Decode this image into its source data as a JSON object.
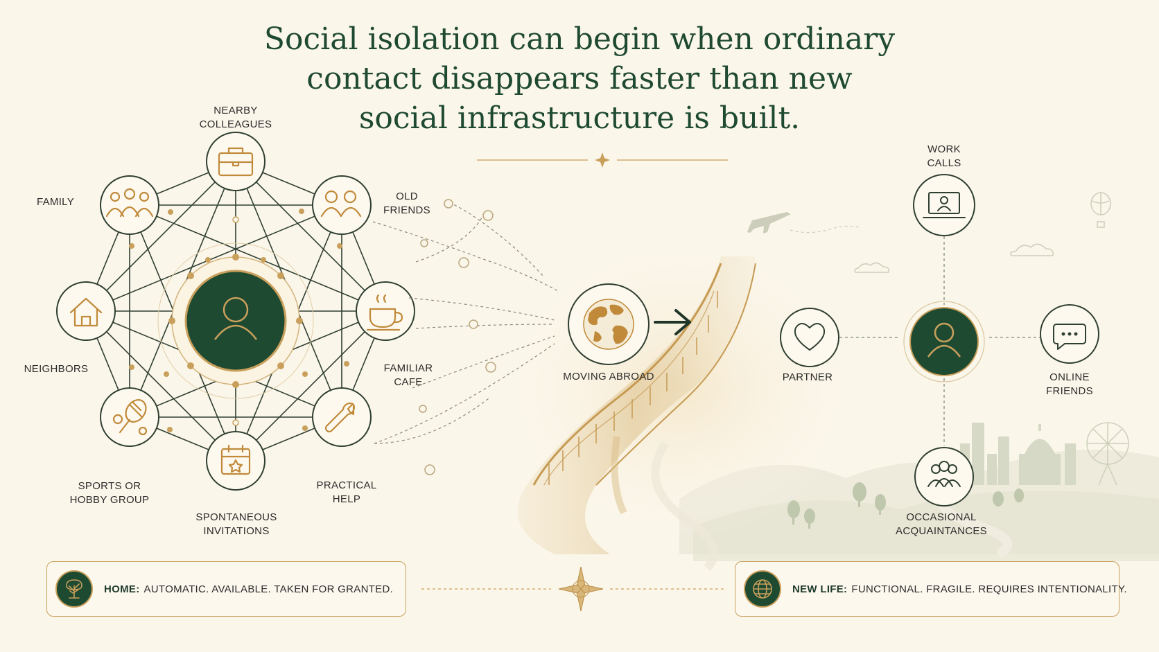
{
  "title": {
    "line1": "Social isolation can begin when ordinary",
    "line2": "contact disappears faster than new",
    "line3": "social infrastructure is built."
  },
  "home_network": {
    "nodes": {
      "colleagues": {
        "line1": "NEARBY",
        "line2": "COLLEAGUES",
        "icon": "briefcase-icon"
      },
      "old_friends": {
        "line1": "OLD",
        "line2": "FRIENDS",
        "icon": "people-icon"
      },
      "family": {
        "line1": "FAMILY",
        "icon": "family-icon"
      },
      "neighbors": {
        "line1": "NEIGHBORS",
        "icon": "house-icon"
      },
      "cafe": {
        "line1": "FAMILIAR",
        "line2": "CAFE",
        "icon": "coffee-cup-icon"
      },
      "sports": {
        "line1": "SPORTS OR",
        "line2": "HOBBY GROUP",
        "icon": "tennis-icon"
      },
      "invitations": {
        "line1": "SPONTANEOUS",
        "line2": "INVITATIONS",
        "icon": "calendar-star-icon"
      },
      "practical": {
        "line1": "PRACTICAL",
        "line2": "HELP",
        "icon": "wrench-icon"
      }
    }
  },
  "transition": {
    "label": "MOVING ABROAD",
    "icon": "globe-icon"
  },
  "new_network": {
    "nodes": {
      "work_calls": {
        "line1": "WORK",
        "line2": "CALLS",
        "icon": "laptop-user-icon"
      },
      "partner": {
        "line1": "PARTNER",
        "icon": "heart-icon"
      },
      "online_friends": {
        "line1": "ONLINE",
        "line2": "FRIENDS",
        "icon": "chat-bubble-icon"
      },
      "acquaintances": {
        "line1": "OCCASIONAL",
        "line2": "ACQUAINTANCES",
        "icon": "group-icon"
      }
    }
  },
  "legend": {
    "home": {
      "key": "HOME:",
      "text": "AUTOMATIC. AVAILABLE. TAKEN FOR GRANTED.",
      "icon": "tree-icon"
    },
    "new_life": {
      "key": "NEW LIFE:",
      "text": "FUNCTIONAL. FRAGILE. REQUIRES INTENTIONALITY.",
      "icon": "globe-icon"
    }
  },
  "colors": {
    "green": "#1f4a32",
    "gold": "#c9a05b",
    "background": "#fbf6ea",
    "text": "#2b2b2b"
  }
}
